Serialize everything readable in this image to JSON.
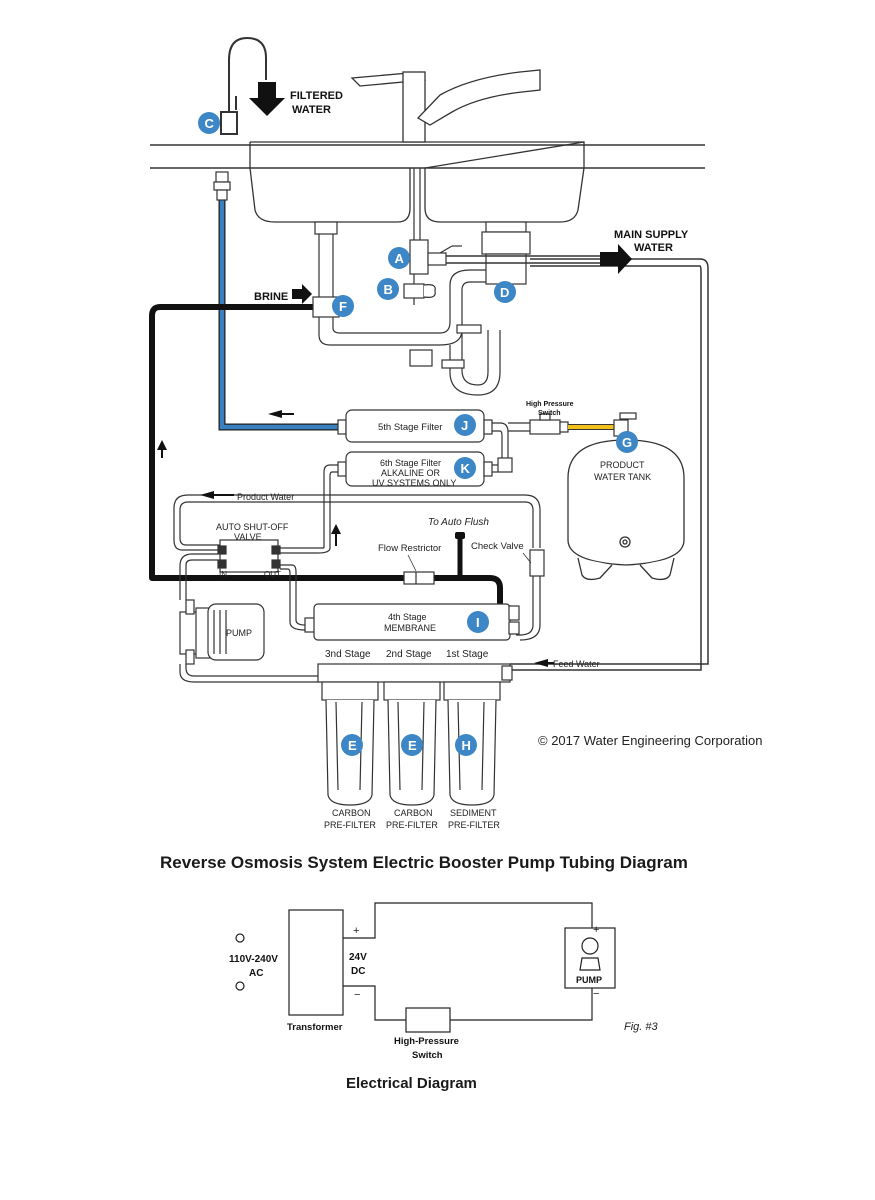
{
  "labels": {
    "filtered_water": [
      "FILTERED",
      "WATER"
    ],
    "main_supply": [
      "MAIN SUPPLY",
      "WATER"
    ],
    "brine": "BRINE",
    "high_pressure_switch_top": [
      "High Pressure",
      "Switch"
    ],
    "product_tank": [
      "PRODUCT",
      "WATER TANK"
    ],
    "fifth_stage": "5th Stage Filter",
    "sixth_stage": [
      "6th Stage Filter",
      "ALKALINE OR",
      "UV SYSTEMS ONLY"
    ],
    "product_water": "Product Water",
    "auto_shutoff": [
      "AUTO SHUT-OFF",
      "VALVE"
    ],
    "asv_in": "IN",
    "asv_out": "OUT",
    "to_auto_flush": "To Auto Flush",
    "flow_restrictor": "Flow Restrictor",
    "check_valve": "Check Valve",
    "membrane": [
      "4th Stage",
      "MEMBRANE"
    ],
    "pump": "PUMP",
    "stage3": "3nd Stage",
    "stage2": "2nd Stage",
    "stage1": "1st Stage",
    "feed_water": "Feed Water",
    "copyright": "© 2017 Water Engineering Corporation",
    "prefilter_carbon_1": [
      "CARBON",
      "PRE-FILTER"
    ],
    "prefilter_carbon_2": [
      "CARBON",
      "PRE-FILTER"
    ],
    "prefilter_sediment": [
      "SEDIMENT",
      "PRE-FILTER"
    ],
    "main_title": "Reverse Osmosis System Electric Booster Pump Tubing Diagram"
  },
  "badges": {
    "a": "A",
    "b": "B",
    "c": "C",
    "d": "D",
    "e1": "E",
    "e2": "E",
    "f": "F",
    "g": "G",
    "h": "H",
    "i": "I",
    "j": "J",
    "k": "K"
  },
  "electrical": {
    "ac": [
      "110V-240V",
      "AC"
    ],
    "dc": [
      "24V",
      "DC"
    ],
    "plus": "+",
    "minus": "−",
    "transformer": "Transformer",
    "switch": [
      "High-Pressure",
      "Switch"
    ],
    "pump": "PUMP",
    "fig": "Fig. #3",
    "title": "Electrical Diagram"
  },
  "colors": {
    "blue_tube": "#3a7fc0",
    "badge": "#3d87c6",
    "brine_line": "#111111",
    "yellow_tube": "#f2c01a"
  }
}
